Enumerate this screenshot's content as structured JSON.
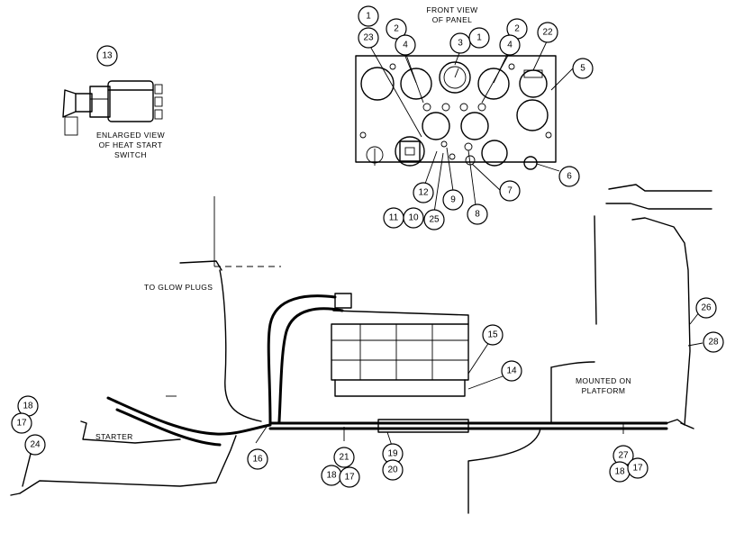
{
  "labels": {
    "front_view_line1": "FRONT VIEW",
    "front_view_line2": "OF PANEL",
    "enlarged_line1": "ENLARGED VIEW",
    "enlarged_line2": "OF HEAT START",
    "enlarged_line3": "SWITCH",
    "to_glow_plugs": "TO GLOW PLUGS",
    "starter": "STARTER",
    "mounted_line1": "MOUNTED ON",
    "mounted_line2": "PLATFORM"
  },
  "callouts": {
    "c1a": "1",
    "c23": "23",
    "c2a": "2",
    "c4a": "4",
    "c3": "3",
    "c1b": "1",
    "c2b": "2",
    "c4b": "4",
    "c22": "22",
    "c5": "5",
    "c13": "13",
    "c6": "6",
    "c7": "7",
    "c8": "8",
    "c9": "9",
    "c12": "12",
    "c11": "11",
    "c10": "10",
    "c25": "25",
    "c15": "15",
    "c14": "14",
    "c26": "26",
    "c28": "28",
    "c18a": "18",
    "c17a": "17",
    "c24": "24",
    "c16": "16",
    "c21": "21",
    "c18b": "18",
    "c17b": "17",
    "c19": "19",
    "c20": "20",
    "c27": "27",
    "c18c": "18",
    "c17c": "17"
  }
}
